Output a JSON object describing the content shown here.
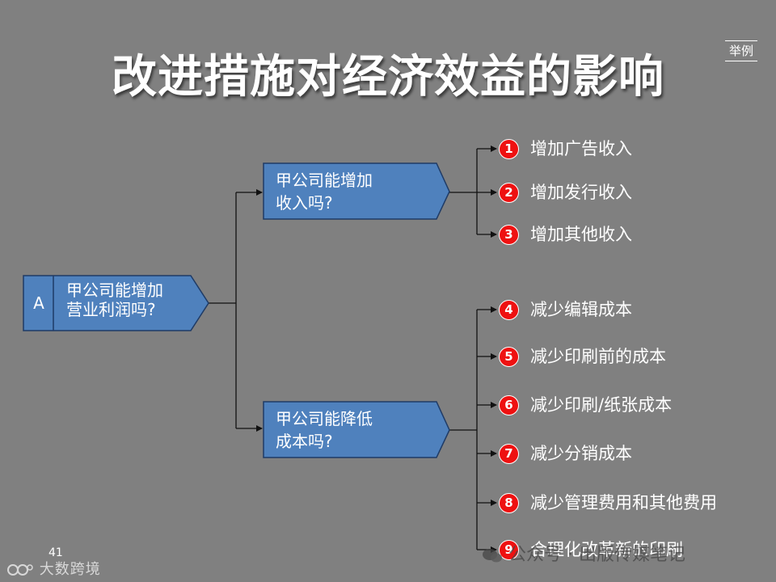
{
  "slide": {
    "title": "改进措施对经济效益的影响",
    "tag": "举例",
    "page_number": "41"
  },
  "root": {
    "letter": "A",
    "line1": "甲公司能增加",
    "line2": "营业利润吗?"
  },
  "branches": [
    {
      "line1": "甲公司能增加",
      "line2": "收入吗?"
    },
    {
      "line1": "甲公司能降低",
      "line2": "成本吗?"
    }
  ],
  "items": [
    {
      "num": "1",
      "label": "增加广告收入"
    },
    {
      "num": "2",
      "label": "增加发行收入"
    },
    {
      "num": "3",
      "label": "增加其他收入"
    },
    {
      "num": "4",
      "label": "减少编辑成本"
    },
    {
      "num": "5",
      "label": "减少印刷前的成本"
    },
    {
      "num": "6",
      "label": "减少印刷/纸张成本"
    },
    {
      "num": "7",
      "label": "减少分销成本"
    },
    {
      "num": "8",
      "label": "减少管理费用和其他费用"
    },
    {
      "num": "9",
      "label": "合理化改革新的印刷"
    }
  ],
  "watermark": {
    "text": "公众号 · 出版传媒笔记",
    "icon": "wechat-icon"
  },
  "brand": {
    "text": "大数跨境",
    "icon": "brand-logo-icon"
  },
  "colors": {
    "background": "#808080",
    "box_fill": "#4f81bd",
    "badge": "#ee1111"
  }
}
